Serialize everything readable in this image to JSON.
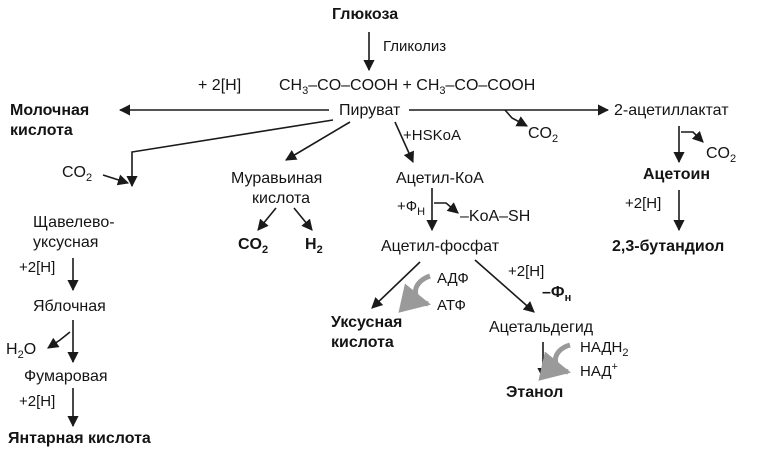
{
  "nodes": {
    "glucose": "Глюкоза",
    "glycolysis": "Гликолиз",
    "plus_2h_top": "+ 2[H]",
    "pyruvate_formula": [
      "CH",
      "3",
      "–CO–COOH + CH",
      "3",
      "–CO–COOH"
    ],
    "pyruvate": "Пируват",
    "lactic_line1": "Молочная",
    "lactic_line2": "кислота",
    "acetolactate": "2-ацетиллактат",
    "co2_acetolactate": [
      "CO",
      "2"
    ],
    "co2_pyruvate": [
      "CO",
      "2"
    ],
    "hskoa": "+HSKoA",
    "co2_left": [
      "CO",
      "2"
    ],
    "oxaloacetate_line1": "Щавелево-",
    "oxaloacetate_line2": "уксусная",
    "plus_2h_oxalo": "+2[H]",
    "malic": "Яблочная",
    "h2o": [
      "H",
      "2",
      "O"
    ],
    "fumaric": "Фумаровая",
    "plus_2h_fum": "+2[H]",
    "succinic": "Янтарная кислота",
    "formic_line1": "Муравьиная",
    "formic_line2": "кислота",
    "co2_formic": [
      "CO",
      "2"
    ],
    "h2_formic": [
      "H",
      "2"
    ],
    "acetyl_coa": "Ацетил-КоА",
    "plus_phn": [
      "+Ф",
      "Н"
    ],
    "minus_koa_sh": "–KoA–SH",
    "acetyl_phosphate": "Ацетил-фосфат",
    "adp": "АДФ",
    "atp": "АТФ",
    "plus_2h_ald": "+2[H]",
    "minus_phn": [
      "–Ф",
      "н"
    ],
    "acetic_line1": "Уксусная",
    "acetic_line2": "кислота",
    "acetaldehyde": "Ацетальдегид",
    "nadh2": [
      "НАДН",
      "2"
    ],
    "nad": [
      "НАД",
      "+"
    ],
    "ethanol": "Этанол",
    "acetoin": "Ацетоин",
    "plus_2h_acetoin": "+2[H]",
    "butanediol": "2,3-бутандиол"
  },
  "colors": {
    "text": "#141414",
    "arrow": "#1a1a1a",
    "cofactor_arc": "#9a9a9a"
  }
}
